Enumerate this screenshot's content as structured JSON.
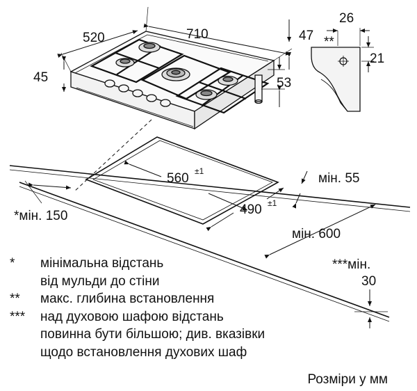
{
  "dimensions": {
    "width_520": "520",
    "width_710": "710",
    "height_45": "45",
    "depth_47": "47",
    "depth_53": "53",
    "bracket_26": "26",
    "bracket_21": "21",
    "bracket_mark": "**",
    "cutout_560": "560",
    "cutout_490": "490",
    "tolerance": "±1",
    "min_55": "мін. 55",
    "min_150": "*мін. 150",
    "min_600": "мін. 600",
    "min_30_a": "***мін.",
    "min_30_b": "30"
  },
  "legend": {
    "items": [
      {
        "mark": "*",
        "lines": [
          "мінімальна відстань",
          "від мульди до стіни"
        ]
      },
      {
        "mark": "**",
        "lines": [
          "макс. глибина встановлення"
        ]
      },
      {
        "mark": "***",
        "lines": [
          "над духовою шафою відстань",
          "повинна бути більшою; див. вказівки",
          "щодо встановлення духових шаф"
        ]
      }
    ],
    "units_note": "Розміри у мм"
  }
}
